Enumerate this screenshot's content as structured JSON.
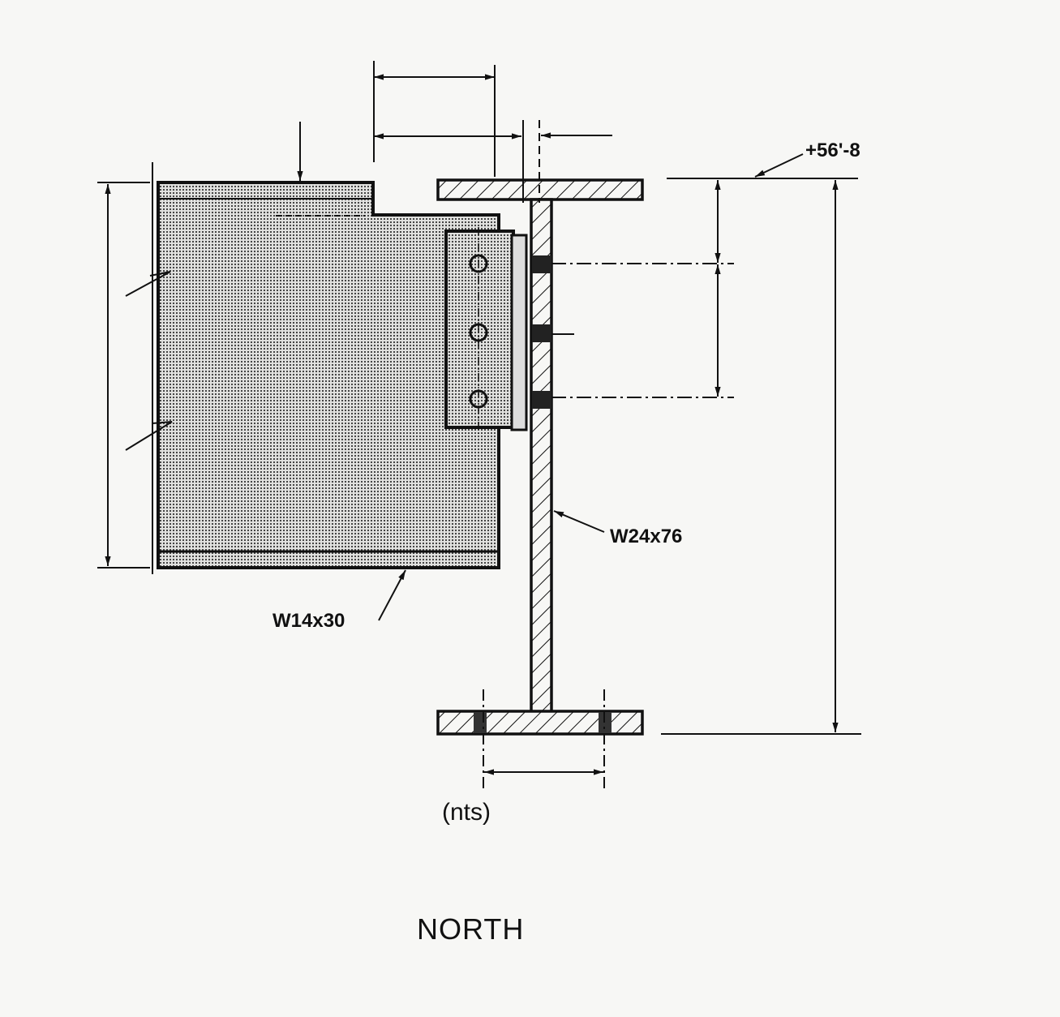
{
  "drawing": {
    "elevation_label": "+56'-8",
    "column_label": "W24x76",
    "beam_label": "W14x30",
    "scale_note": "(nts)",
    "view_title": "NORTH"
  }
}
